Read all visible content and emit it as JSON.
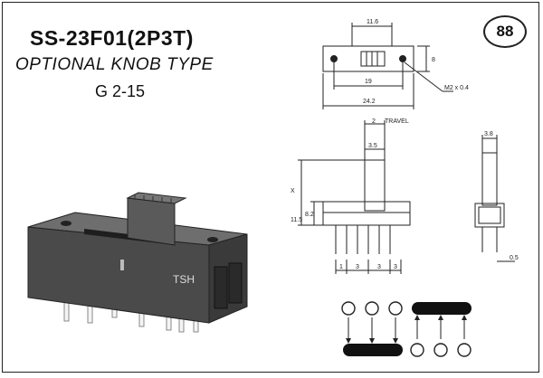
{
  "part": {
    "model": "SS-23F01(2P3T)",
    "option": "OPTIONAL KNOB TYPE",
    "code": "G 2-15"
  },
  "page_number": "88",
  "photo": {
    "brand_mark": "TSH"
  },
  "top_view": {
    "dim_width_inner": "11.6",
    "dim_pitch": "19",
    "dim_total": "24.2",
    "dim_height": "8",
    "screw": "M2 x 0.4"
  },
  "front_view": {
    "travel": "TRAVEL",
    "travel_value": "2",
    "knob_width": "3.5",
    "dim_overall_height": "X",
    "dim_body": "11.5",
    "dim_body_inner": "8.2",
    "pin_pitch": [
      "1",
      "3",
      "3",
      "3"
    ]
  },
  "side_view": {
    "dim_top": "3.8",
    "dim_pin": "0.5"
  },
  "schematic": {
    "top_row_left_terminals": 3,
    "bottom_row_right_terminals": 3
  }
}
